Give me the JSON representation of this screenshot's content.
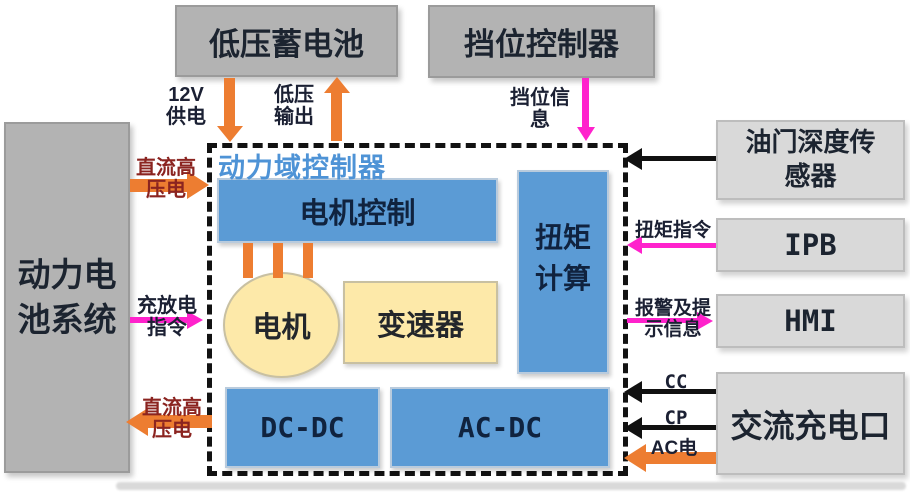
{
  "colors": {
    "orange": "#ed7d31",
    "magenta": "#ff22cc",
    "blue": "#5b9bd5",
    "yellow": "#fde9a9",
    "title_blue": "#4e93d6",
    "gray_dark": "#b3b3b3",
    "gray_light": "#d9d9d9",
    "black": "#111111",
    "label_dark": "#1b2033",
    "label_maroon": "#8b2420"
  },
  "nodes": {
    "power_battery": "动力电池系统",
    "lv_battery": "低压蓄电池",
    "gear_controller": "挡位控制器",
    "throttle_sensor": "油门深度传感器",
    "ipb": "IPB",
    "hmi": "HMI",
    "ac_charge_port": "交流充电口",
    "domain_title": "动力域控制器",
    "motor_control": "电机控制",
    "torque_calc_l1": "扭矩",
    "torque_calc_l2": "计算",
    "motor": "电机",
    "gearbox": "变速器",
    "dcdc": "DC-DC",
    "acdc": "AC-DC"
  },
  "flows": {
    "v12_l1": "12V",
    "v12_l2": "供电",
    "lv_out_l1": "低压",
    "lv_out_l2": "输出",
    "gear_info_l1": "挡位信",
    "gear_info_l2": "息",
    "dc_hv_in_l1": "直流高",
    "dc_hv_in_l2": "压电",
    "charge_cmd_l1": "充放电",
    "charge_cmd_l2": "指令",
    "dc_hv_out_l1": "直流高",
    "dc_hv_out_l2": "压电",
    "torque_cmd": "扭矩指令",
    "alarm_l1": "报警及提",
    "alarm_l2": "示信息",
    "cc": "CC",
    "cp": "CP",
    "ac_power": "AC电"
  }
}
